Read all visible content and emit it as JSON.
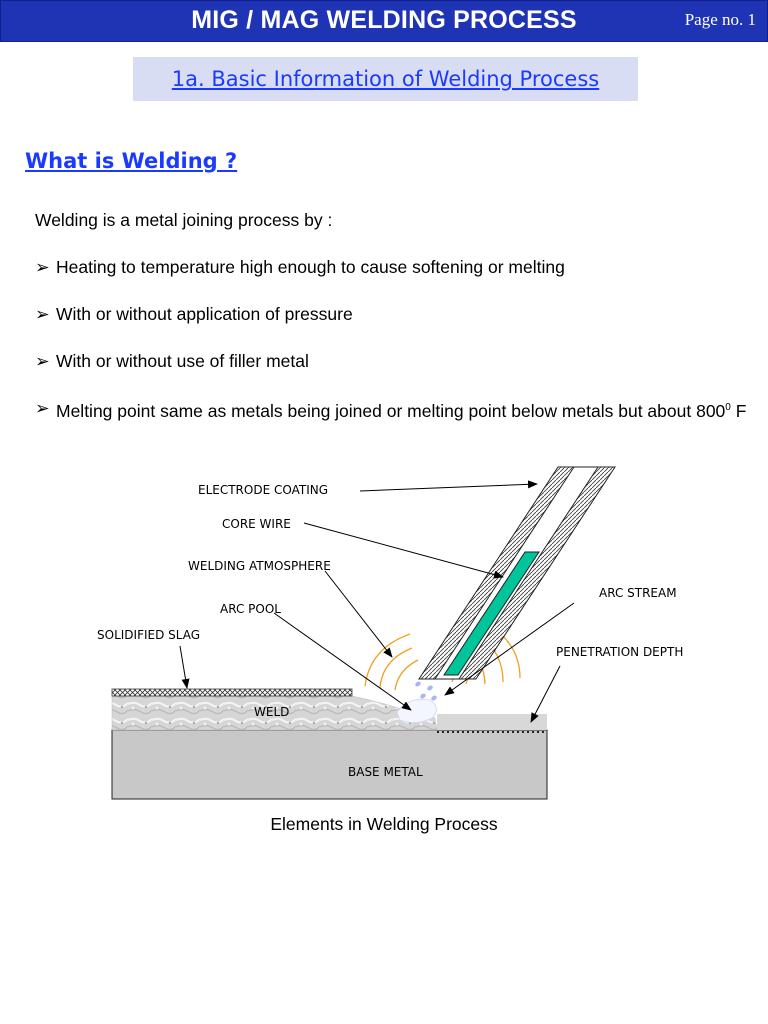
{
  "header": {
    "title": "MIG / MAG WELDING PROCESS",
    "page_no": "Page no. 1",
    "color": "#1f33b5"
  },
  "subtitle": "1a. Basic Information of Welding Process",
  "heading": "What is Welding ?",
  "intro": "Welding is a metal joining process by :",
  "bullets": [
    {
      "text": "Heating to temperature high enough to cause softening or melting"
    },
    {
      "text": "With or without application of pressure"
    },
    {
      "text": "With or without use of filler metal"
    },
    {
      "text": "Melting point same as metals being joined or melting point below metals but about 800",
      "sup": "0",
      "suffix": " F"
    }
  ],
  "bullet_icon": "arrowhead-right-icon",
  "diagram": {
    "labels": {
      "electrode_coating": "ELECTRODE COATING",
      "core_wire": "CORE WIRE",
      "welding_atmosphere": "WELDING ATMOSPHERE",
      "arc_stream": "ARC STREAM",
      "arc_pool": "ARC POOL",
      "solidified_slag": "SOLIDIFIED SLAG",
      "penetration_depth": "PENETRATION DEPTH",
      "weld": "WELD",
      "base_metal": "BASE METAL"
    },
    "caption": "Elements in Welding Process",
    "colors": {
      "core_wire": "#00c49a",
      "base_metal": "#c8c8c8",
      "arc_glow": "#f0a020"
    }
  }
}
